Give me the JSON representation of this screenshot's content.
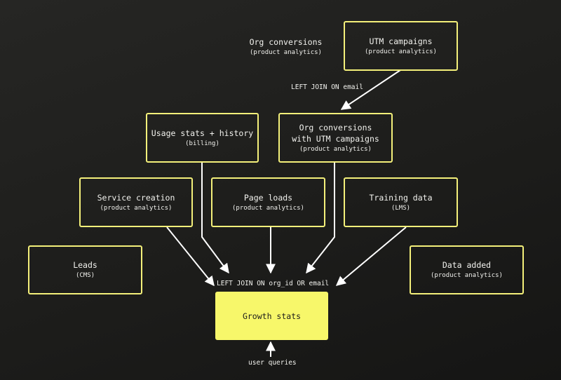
{
  "nodes": {
    "org_conversions": {
      "name": "Org conversions",
      "source": "(product analytics)"
    },
    "utm_campaigns": {
      "name": "UTM campaigns",
      "source": "(product analytics)"
    },
    "usage_stats": {
      "name": "Usage stats + history",
      "source": "(billing)"
    },
    "org_conv_utm": {
      "name": "Org conversions\nwith UTM campaigns",
      "source": "(product analytics)"
    },
    "service_creation": {
      "name": "Service creation",
      "source": "(product analytics)"
    },
    "page_loads": {
      "name": "Page loads",
      "source": "(product analytics)"
    },
    "training_data": {
      "name": "Training data",
      "source": "(LMS)"
    },
    "leads": {
      "name": "Leads",
      "source": "(CMS)"
    },
    "data_added": {
      "name": "Data added",
      "source": "(product analytics)"
    },
    "growth_stats": {
      "name": "Growth stats"
    }
  },
  "edge_labels": {
    "utm_join": "LEFT JOIN ON email",
    "main_join": "LEFT JOIN ON org_id OR email",
    "user_queries": "user queries"
  },
  "colors": {
    "node_border": "#f4f07a",
    "primary_fill": "#f7f76a",
    "background": "#1f1f1d",
    "line": "#ffffff"
  }
}
